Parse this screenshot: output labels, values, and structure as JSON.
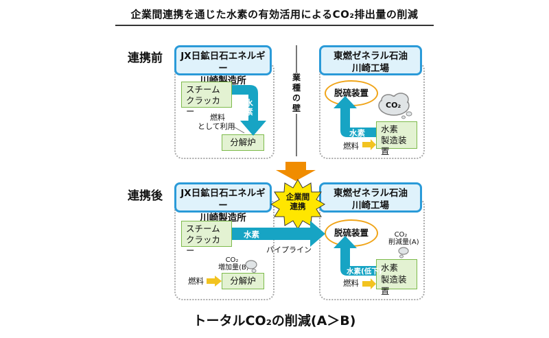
{
  "title": "企業間連携を通じた水素の有効活用によるCO₂排出量の削減",
  "before": {
    "stage_label": "連携前",
    "wall_label": "業種の壁",
    "jx": {
      "company": [
        "JX日鉱日石エネルギー",
        "川崎製造所"
      ],
      "steam_cracker": [
        "スチーム",
        "クラッカー"
      ],
      "hydrogen_label": "水素",
      "fuel_note": [
        "燃料",
        "として利用"
      ],
      "furnace": "分解炉"
    },
    "tonen": {
      "company": [
        "東燃ゼネラル石油",
        "川崎工場"
      ],
      "desulfurizer": "脱硫装置",
      "co2_cloud": "CO₂",
      "hydrogen_label": "水素",
      "plant": [
        "水素",
        "製造装置"
      ],
      "fuel_label": "燃料"
    }
  },
  "after": {
    "stage_label": "連携後",
    "collaboration_badge": [
      "企業間",
      "連携"
    ],
    "jx": {
      "company": [
        "JX日鉱日石エネルギー",
        "川崎製造所"
      ],
      "steam_cracker": [
        "スチーム",
        "クラッカー"
      ],
      "hydrogen_label": "水素",
      "pipeline_label": "パイプライン",
      "co2_label": [
        "CO₂",
        "増加量(B)"
      ],
      "fuel_label": "燃料",
      "furnace": "分解炉"
    },
    "tonen": {
      "company": [
        "東燃ゼネラル石油",
        "川崎工場"
      ],
      "desulfurizer": "脱硫装置",
      "co2_label": [
        "CO₂",
        "削減量(A)"
      ],
      "hydrogen_label": "水素(低下)",
      "plant": [
        "水素",
        "製造装置"
      ],
      "fuel_label": "燃料"
    }
  },
  "footer": "トータルCO₂の削減(A＞B)",
  "colors": {
    "hydrogen_arrow": "#17a4c4",
    "fuel_arrow": "#f2c320",
    "down_arrow": "#f08c00",
    "company_border": "#2a9ad8",
    "box_fill": "#e3f2d2",
    "oval_border": "#f0a418",
    "badge": "#ffe600"
  }
}
